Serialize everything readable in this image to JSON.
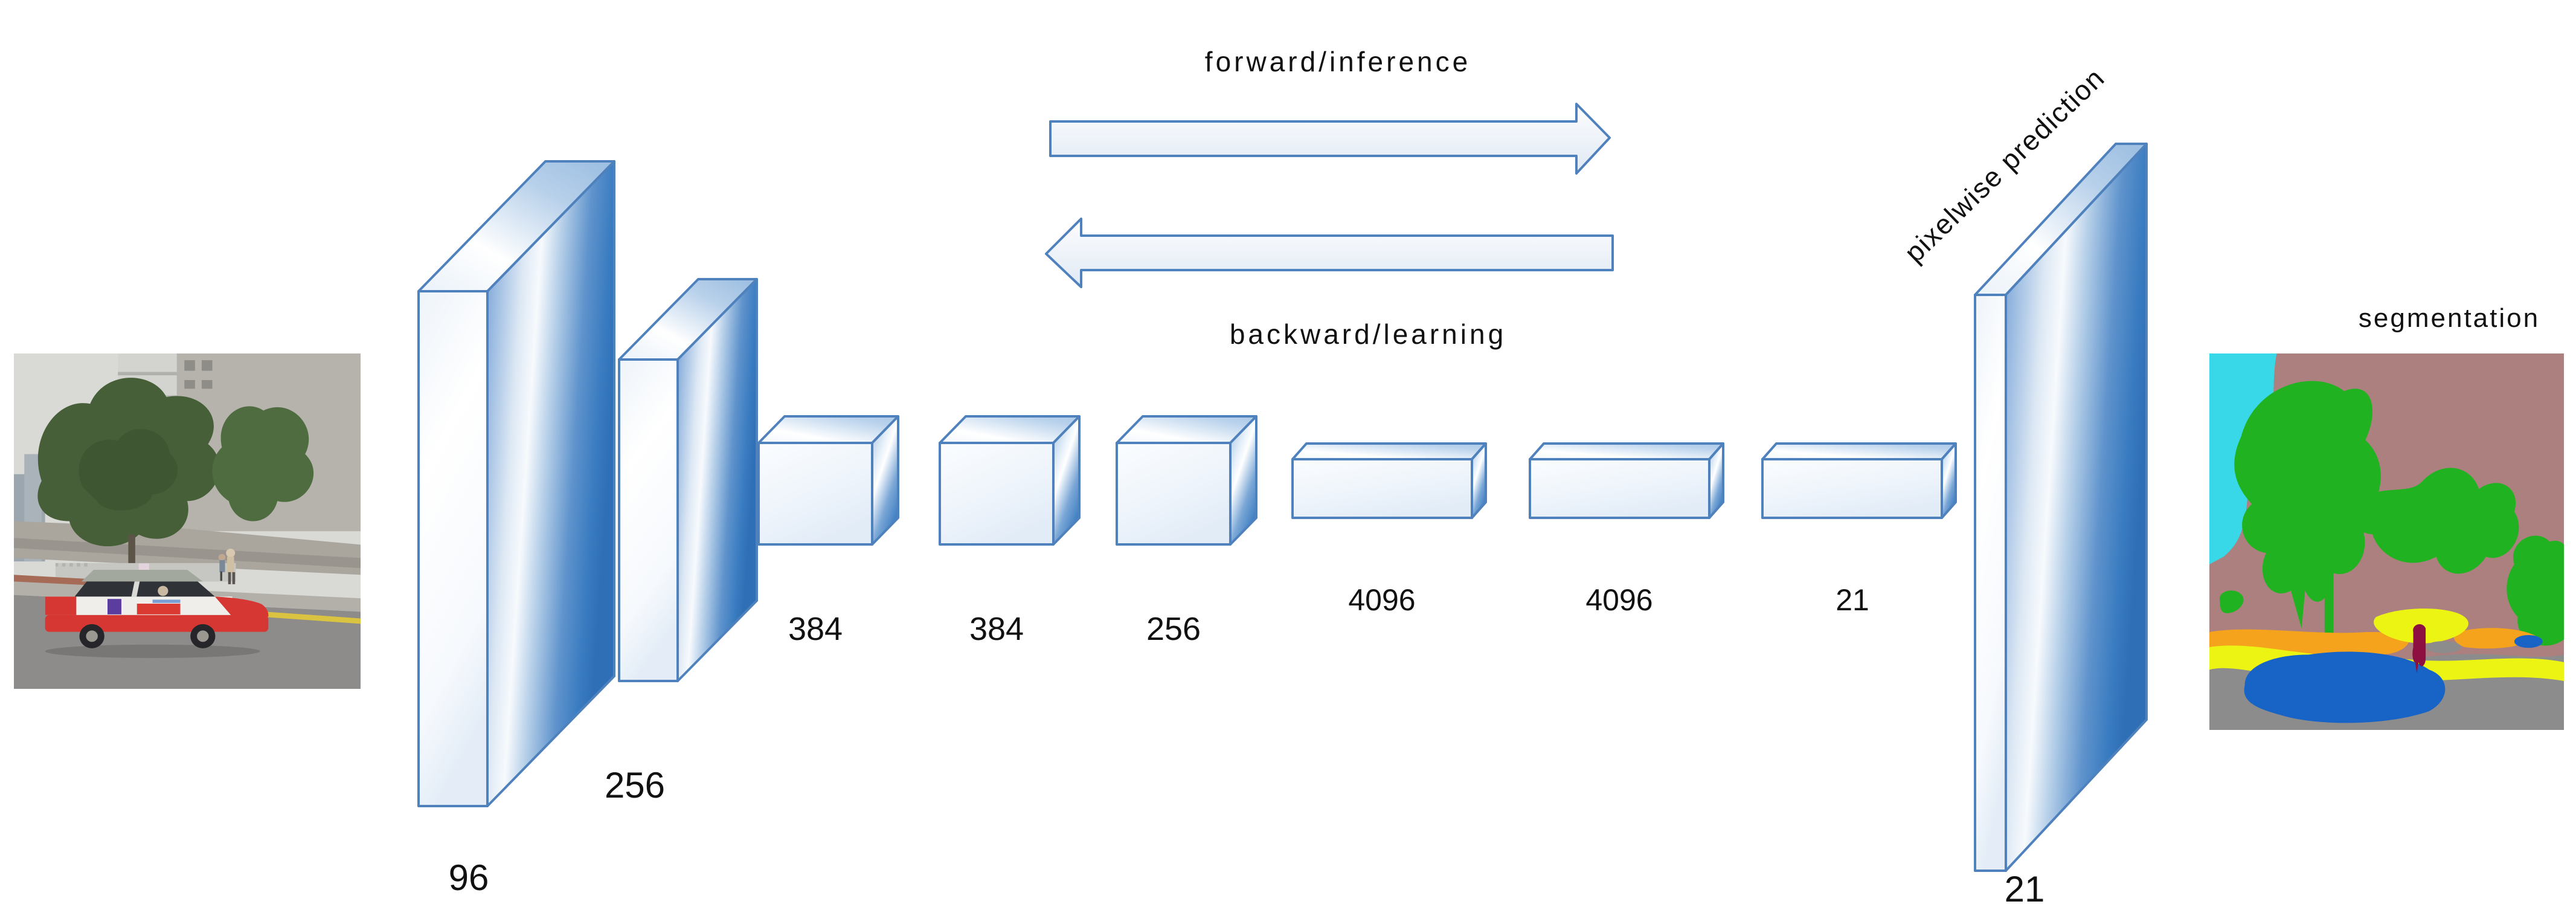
{
  "figure": {
    "arrows": {
      "forward_label": "forward/inference",
      "backward_label": "backward/learning"
    },
    "annotations": {
      "pixelwise": "pixelwise prediction",
      "segmentation": "segmentation"
    },
    "layers": [
      {
        "id": "conv1",
        "label": "96"
      },
      {
        "id": "conv2",
        "label": "256"
      },
      {
        "id": "conv3",
        "label": "384"
      },
      {
        "id": "conv4",
        "label": "384"
      },
      {
        "id": "conv5",
        "label": "256"
      },
      {
        "id": "fc6",
        "label": "4096"
      },
      {
        "id": "fc7",
        "label": "4096"
      },
      {
        "id": "score",
        "label": "21"
      },
      {
        "id": "output",
        "label": "21"
      }
    ],
    "colors": {
      "outline": "#4f81bd",
      "text": "#111111",
      "seg": {
        "background": "#ac807e",
        "sky": "#38d8e8",
        "tree": "#21b221",
        "road": "#8c8c8c",
        "car": "#1763c6",
        "band_yellow": "#ecf413",
        "band_orange": "#f5a31d",
        "person": "#8e1040"
      }
    }
  }
}
